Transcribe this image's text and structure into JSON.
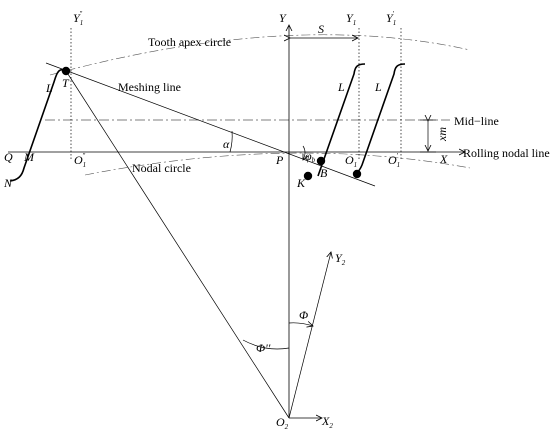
{
  "labels": {
    "tooth_apex_circle": "Tooth apex circle",
    "meshing_line": "Meshing line",
    "nodal_circle": "Nodal circle",
    "mid_line": "Mid−line",
    "rolling_nodal_line": "Rolling nodal line",
    "point_t": "T",
    "point_p": "P",
    "point_q": "Q",
    "point_m": "M",
    "point_n": "N",
    "point_k": "K",
    "point_b": "B",
    "axis_x": "X",
    "axis_y": "Y",
    "axis_y1": "Y",
    "axis_y1_sub": "1",
    "axis_y1p": "Y",
    "axis_y1p_sub": "1",
    "axis_y1p_sup": "'",
    "axis_y1pp": "Y",
    "axis_y1pp_sub": "1",
    "axis_y1pp_sup": "''",
    "o1": "O",
    "o1_sub": "1",
    "o1p": "O",
    "o1p_sub": "1",
    "o1p_sup": "'",
    "o1pp": "O",
    "o1pp_sub": "1",
    "o1pp_sup": "''",
    "o2": "O",
    "o2_sub": "2",
    "x2": "X",
    "x2_sub": "2",
    "y2": "Y",
    "y2_sub": "2",
    "s": "S",
    "xm": "xm",
    "alpha": "α",
    "phi_small": "φ",
    "phi_small_sub": "b",
    "phi_cap": "Φ",
    "phi_cap_pp": "Φ''",
    "tooth_l_1": "L",
    "tooth_l_2": "L",
    "tooth_l_3": "L"
  }
}
